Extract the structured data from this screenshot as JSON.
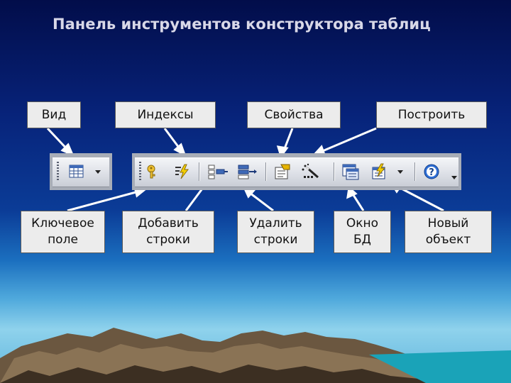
{
  "slide": {
    "title": "Панель инструментов конструктора таблиц"
  },
  "callouts": {
    "top": [
      "Вид",
      "Индексы",
      "Свойства",
      "Построить"
    ],
    "bottom": [
      "Ключевое\nполе",
      "Добавить\nстроки",
      "Удалить\nстроки",
      "Окно\nБД",
      "Новый\nобъект"
    ]
  },
  "toolbar": {
    "buttons": [
      {
        "name": "view",
        "icon": "table-grid-icon",
        "dropdown": true
      },
      {
        "name": "primary-key",
        "icon": "key-icon"
      },
      {
        "name": "indexes",
        "icon": "lightning-icon"
      },
      {
        "name": "insert-rows",
        "icon": "insert-rows-icon"
      },
      {
        "name": "delete-rows",
        "icon": "delete-rows-icon"
      },
      {
        "name": "properties",
        "icon": "properties-hand-icon"
      },
      {
        "name": "build",
        "icon": "magic-wand-icon"
      },
      {
        "name": "database-window",
        "icon": "database-window-icon"
      },
      {
        "name": "new-object",
        "icon": "new-object-icon",
        "dropdown": true
      },
      {
        "name": "help",
        "icon": "help-icon"
      }
    ]
  },
  "colors": {
    "callout_bg": "#ececec",
    "arrow": "#ffffff",
    "toolbar": "#dfe2e8"
  }
}
